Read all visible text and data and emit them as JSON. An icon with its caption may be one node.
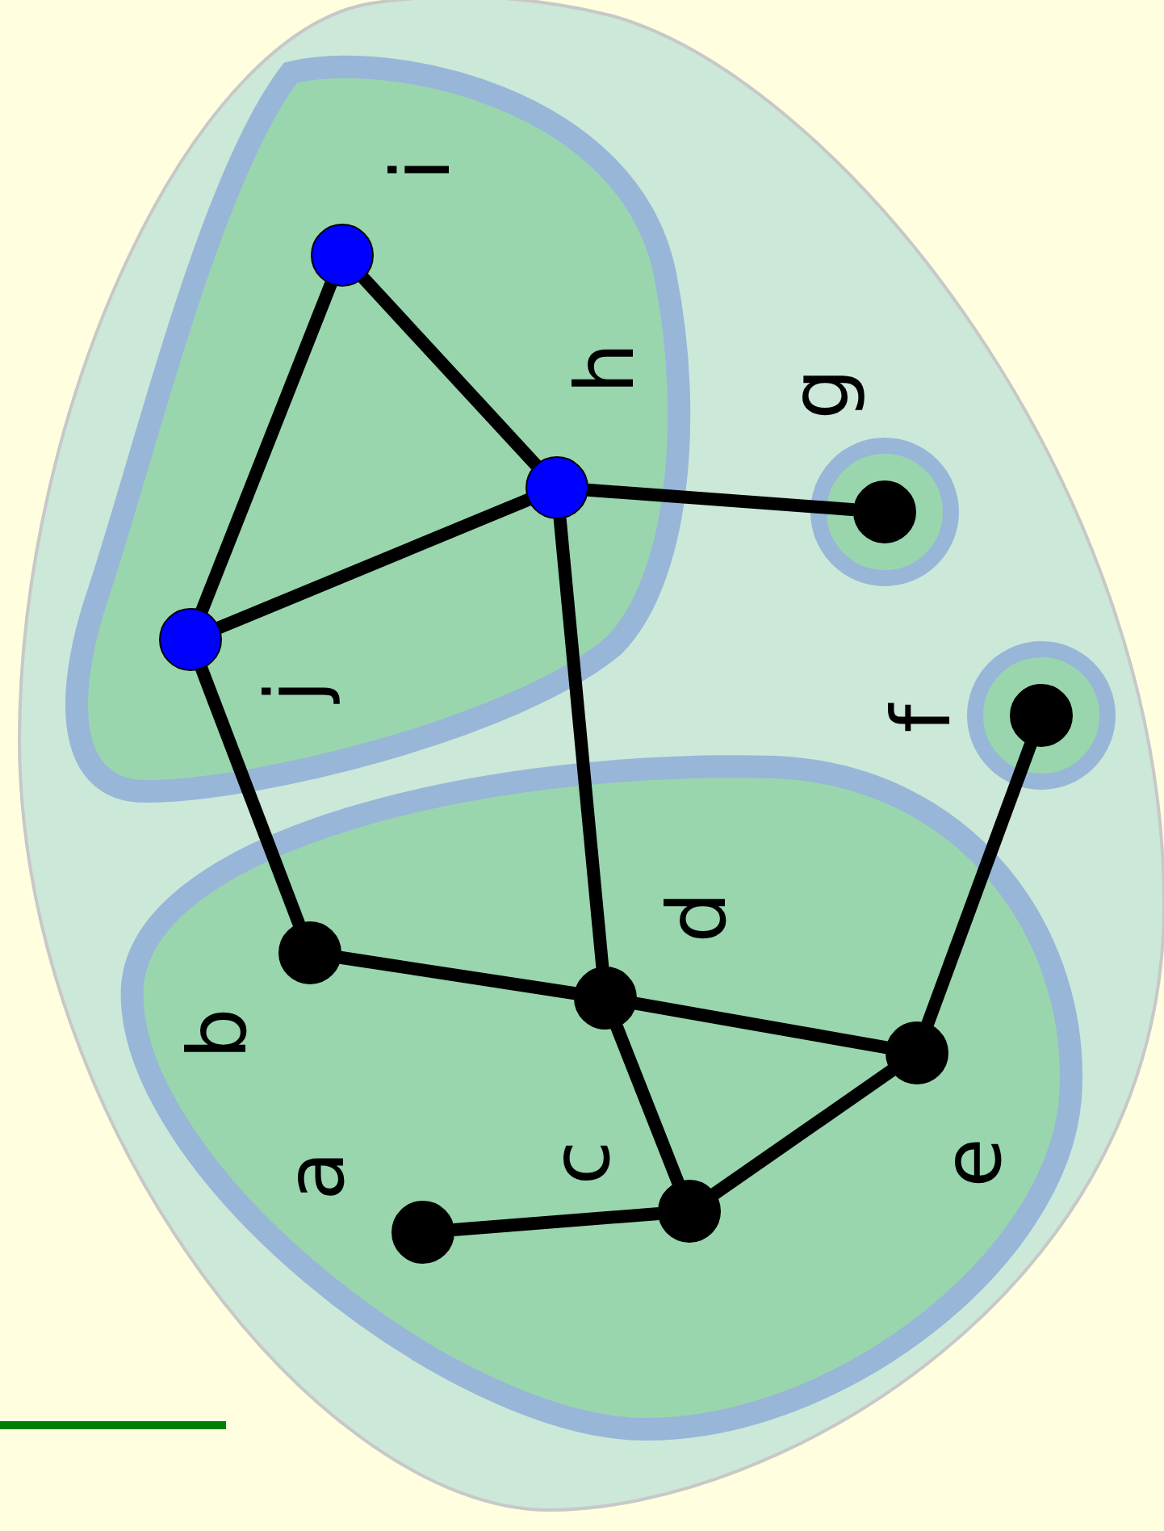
{
  "diagram": {
    "nodes": [
      {
        "text": [],
        "shape": "region"
      },
      {
        "text": [],
        "shape": "region",
        "in": 0
      },
      {
        "text": [],
        "shape": "circle",
        "in": 1,
        "beside": [
          "i"
        ]
      },
      {
        "text": [],
        "shape": "circle",
        "in": 1,
        "beside": [
          "h"
        ]
      },
      {
        "text": [],
        "shape": "circle",
        "in": 1,
        "beside": [
          "j"
        ]
      },
      {
        "text": [],
        "shape": "ring",
        "in": 0
      },
      {
        "text": [],
        "shape": "circle",
        "in": 5,
        "beside": [
          "g"
        ]
      },
      {
        "text": [],
        "shape": "ring",
        "in": 0
      },
      {
        "text": [],
        "shape": "circle",
        "in": 7,
        "beside": [
          "f"
        ]
      },
      {
        "text": [],
        "shape": "region",
        "in": 0
      },
      {
        "text": [],
        "shape": "circle",
        "in": 9,
        "beside": [
          "b"
        ]
      },
      {
        "text": [],
        "shape": "circle",
        "in": 9,
        "beside": [
          "d"
        ]
      },
      {
        "text": [],
        "shape": "circle",
        "in": 9,
        "beside": [
          "e"
        ]
      },
      {
        "text": [],
        "shape": "circle",
        "in": 9,
        "beside": [
          "a"
        ]
      },
      {
        "text": [],
        "shape": "circle",
        "in": 9,
        "beside": [
          "c"
        ]
      }
    ],
    "edges": [
      {
        "from": 2,
        "to": 3,
        "arrow": "none"
      },
      {
        "from": 2,
        "to": 4,
        "arrow": "none"
      },
      {
        "from": 4,
        "to": 3,
        "arrow": "none"
      },
      {
        "from": 3,
        "to": 6,
        "arrow": "none"
      },
      {
        "from": 3,
        "to": 11,
        "arrow": "none"
      },
      {
        "from": 4,
        "to": 10,
        "arrow": "none"
      },
      {
        "from": 10,
        "to": 11,
        "arrow": "none"
      },
      {
        "from": 11,
        "to": 12,
        "arrow": "none"
      },
      {
        "from": 11,
        "to": 14,
        "arrow": "none"
      },
      {
        "from": 14,
        "to": 13,
        "arrow": "none"
      },
      {
        "from": 14,
        "to": 12,
        "arrow": "none"
      },
      {
        "from": 12,
        "to": 8,
        "arrow": "none"
      }
    ]
  }
}
